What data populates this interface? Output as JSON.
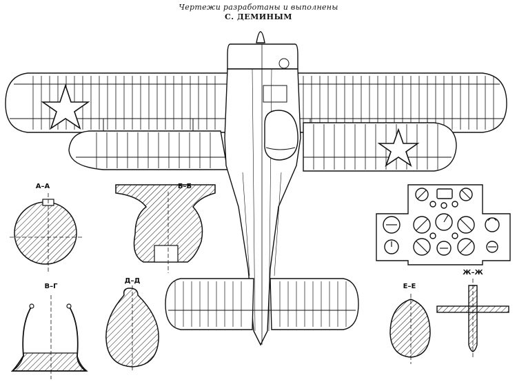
{
  "header": {
    "credit": "Чертежи разработаны и выполнены",
    "author": "С. ДЕМИНЫМ"
  },
  "sections": {
    "aa": "А–А",
    "bb": "Б–Б",
    "vg": "В–Г",
    "dd": "Д–Д",
    "ee": "Е–Е",
    "zhzh": "Ж–Ж"
  },
  "colors": {
    "ink": "#111111",
    "paper": "#ffffff"
  }
}
